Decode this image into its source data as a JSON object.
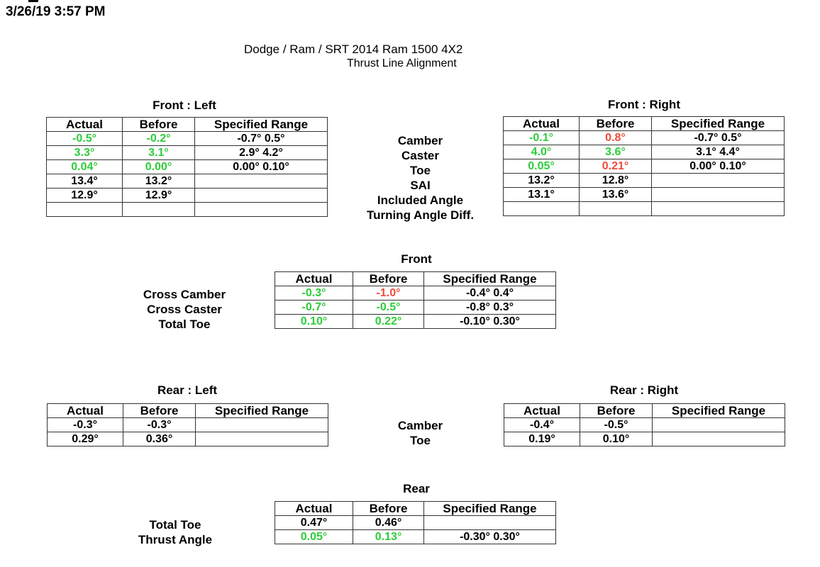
{
  "header": {
    "timestamp": "3/26/19 3:57 PM",
    "vehicle": "Dodge / Ram / SRT 2014 Ram 1500 4X2",
    "mode": "Thrust Line Alignment"
  },
  "colors": {
    "in_spec": "#2ecc3a",
    "out_of_spec": "#ee4b3a",
    "neutral": "#000000"
  },
  "columns": {
    "actual": "Actual",
    "before": "Before",
    "spec": "Specified Range"
  },
  "front_left": {
    "title": "Front : Left",
    "rows": [
      {
        "actual": "-0.5°",
        "actual_status": "green",
        "before": "-0.2°",
        "before_status": "green",
        "spec": "-0.7° 0.5°"
      },
      {
        "actual": "3.3°",
        "actual_status": "green",
        "before": "3.1°",
        "before_status": "green",
        "spec": "2.9° 4.2°"
      },
      {
        "actual": "0.04°",
        "actual_status": "green",
        "before": "0.00°",
        "before_status": "green",
        "spec": "0.00° 0.10°"
      },
      {
        "actual": "13.4°",
        "actual_status": "black",
        "before": "13.2°",
        "before_status": "black",
        "spec": ""
      },
      {
        "actual": "12.9°",
        "actual_status": "black",
        "before": "12.9°",
        "before_status": "black",
        "spec": ""
      },
      {
        "actual": "",
        "actual_status": "black",
        "before": "",
        "before_status": "black",
        "spec": ""
      }
    ]
  },
  "front_right": {
    "title": "Front : Right",
    "rows": [
      {
        "actual": "-0.1°",
        "actual_status": "green",
        "before": "0.8°",
        "before_status": "red",
        "spec": "-0.7° 0.5°"
      },
      {
        "actual": "4.0°",
        "actual_status": "green",
        "before": "3.6°",
        "before_status": "green",
        "spec": "3.1° 4.4°"
      },
      {
        "actual": "0.05°",
        "actual_status": "green",
        "before": "0.21°",
        "before_status": "red",
        "spec": "0.00° 0.10°"
      },
      {
        "actual": "13.2°",
        "actual_status": "black",
        "before": "12.8°",
        "before_status": "black",
        "spec": ""
      },
      {
        "actual": "13.1°",
        "actual_status": "black",
        "before": "13.6°",
        "before_status": "black",
        "spec": ""
      },
      {
        "actual": "",
        "actual_status": "black",
        "before": "",
        "before_status": "black",
        "spec": ""
      }
    ]
  },
  "front_labels": [
    "Camber",
    "Caster",
    "Toe",
    "SAI",
    "Included Angle",
    "Turning Angle Diff."
  ],
  "front_totals": {
    "title": "Front",
    "labels": [
      "Cross Camber",
      "Cross Caster",
      "Total Toe"
    ],
    "rows": [
      {
        "actual": "-0.3°",
        "actual_status": "green",
        "before": "-1.0°",
        "before_status": "red",
        "spec": "-0.4° 0.4°"
      },
      {
        "actual": "-0.7°",
        "actual_status": "green",
        "before": "-0.5°",
        "before_status": "green",
        "spec": "-0.8° 0.3°"
      },
      {
        "actual": "0.10°",
        "actual_status": "green",
        "before": "0.22°",
        "before_status": "green",
        "spec": "-0.10° 0.30°"
      }
    ]
  },
  "rear_left": {
    "title": "Rear : Left",
    "rows": [
      {
        "actual": "-0.3°",
        "actual_status": "black",
        "before": "-0.3°",
        "before_status": "black",
        "spec": ""
      },
      {
        "actual": "0.29°",
        "actual_status": "black",
        "before": "0.36°",
        "before_status": "black",
        "spec": ""
      }
    ]
  },
  "rear_right": {
    "title": "Rear : Right",
    "rows": [
      {
        "actual": "-0.4°",
        "actual_status": "black",
        "before": "-0.5°",
        "before_status": "black",
        "spec": ""
      },
      {
        "actual": "0.19°",
        "actual_status": "black",
        "before": "0.10°",
        "before_status": "black",
        "spec": ""
      }
    ]
  },
  "rear_labels": [
    "Camber",
    "Toe"
  ],
  "rear_totals": {
    "title": "Rear",
    "labels": [
      "Total Toe",
      "Thrust Angle"
    ],
    "rows": [
      {
        "actual": "0.47°",
        "actual_status": "black",
        "before": "0.46°",
        "before_status": "black",
        "spec": ""
      },
      {
        "actual": "0.05°",
        "actual_status": "green",
        "before": "0.13°",
        "before_status": "green",
        "spec": "-0.30° 0.30°"
      }
    ]
  }
}
